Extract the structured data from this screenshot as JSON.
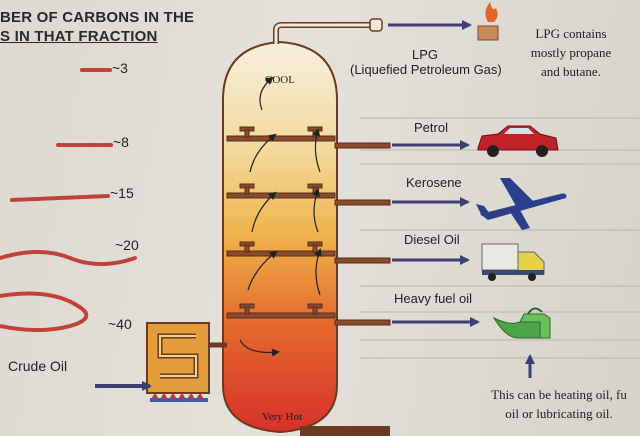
{
  "header": {
    "line1": "BER OF CARBONS IN THE",
    "line2": "S IN THAT FRACTION"
  },
  "carbons": [
    "~3",
    "~8",
    "~15",
    "~20",
    "~40"
  ],
  "column": {
    "top_label": "COOL",
    "bottom_label": "Very Hot"
  },
  "feed": {
    "label": "Crude Oil"
  },
  "products": {
    "lpg": "LPG",
    "lpg_full": "(Liquefied Petroleum Gas)",
    "petrol": "Petrol",
    "kerosene": "Kerosene",
    "diesel": "Diesel Oil",
    "heavy": "Heavy fuel oil"
  },
  "notes": {
    "lpg_note": [
      "LPG contains",
      "mostly propane",
      "and butane."
    ],
    "heavy_note": [
      "This can be heating oil, fu",
      "oil or lubricating oil."
    ]
  },
  "colors": {
    "column_top": "#f4ecd6",
    "column_bottom": "#d9362b",
    "arrow": "#3c3f75",
    "tray": "#8a4a2e"
  }
}
